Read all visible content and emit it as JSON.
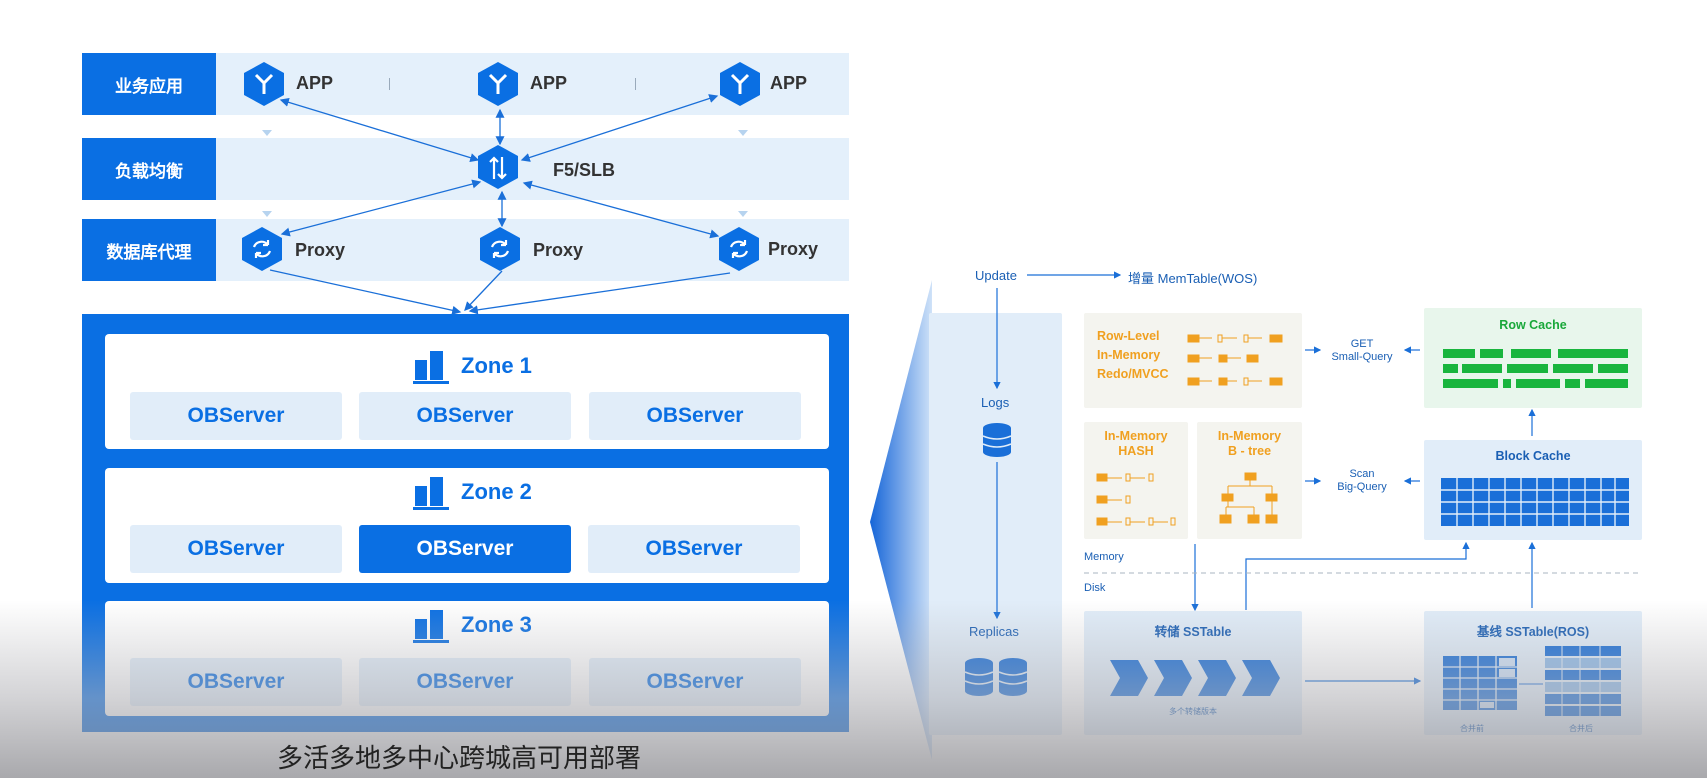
{
  "layers": {
    "app": {
      "label": "业务应用",
      "nodes": [
        "APP",
        "APP",
        "APP"
      ]
    },
    "lb": {
      "label": "负载均衡",
      "node": "F5/SLB"
    },
    "proxy": {
      "label": "数据库代理",
      "nodes": [
        "Proxy",
        "Proxy",
        "Proxy"
      ]
    }
  },
  "zones": [
    {
      "title": "Zone 1",
      "servers": [
        "OBServer",
        "OBServer",
        "OBServer"
      ]
    },
    {
      "title": "Zone 2",
      "servers": [
        "OBServer",
        "OBServer",
        "OBServer"
      ]
    },
    {
      "title": "Zone 3",
      "servers": [
        "OBServer",
        "OBServer",
        "OBServer"
      ]
    }
  ],
  "caption": "多活多地多中心跨城高可用部署",
  "storage": {
    "update": "Update",
    "memtable": "增量 MemTable(WOS)",
    "logs": "Logs",
    "replicas": "Replicas",
    "row_level": [
      "Row-Level",
      "In-Memory",
      "Redo/MVCC"
    ],
    "hash": [
      "In-Memory",
      "HASH"
    ],
    "btree": [
      "In-Memory",
      "B - tree"
    ],
    "get_query": [
      "GET",
      "Small-Query"
    ],
    "scan_query": [
      "Scan",
      "Big-Query"
    ],
    "row_cache": "Row Cache",
    "block_cache": "Block Cache",
    "memory": "Memory",
    "disk": "Disk",
    "dump_sstable": "转储 SSTable",
    "dump_versions": "多个转储版本",
    "base_sstable": "基线 SSTable(ROS)",
    "before_merge": "合并前",
    "after_merge": "合并后"
  },
  "colors": {
    "primary": "#0a6fe3",
    "band": "#e4f0fb",
    "orange": "#f0a020",
    "green": "#19b53e"
  }
}
